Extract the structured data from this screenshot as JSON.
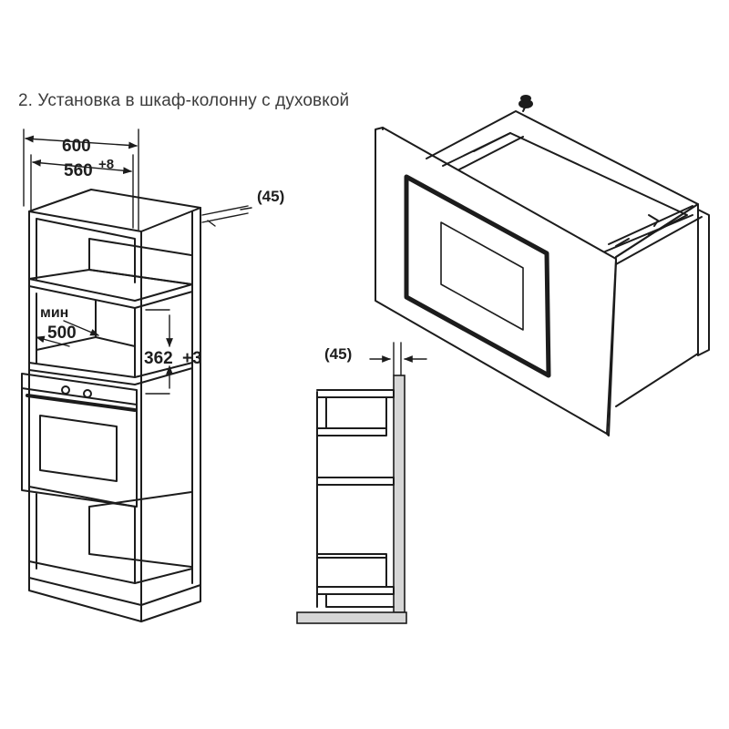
{
  "title": "2. Установка в шкаф-колонну с духовкой",
  "dimensions": {
    "width_outer": "600",
    "width_inner": "560",
    "width_inner_tol": "+8",
    "gap_top": "(45)",
    "min_label": "мин",
    "min_value": "500",
    "height_value": "362",
    "height_tol": "+3",
    "gap_side": "(45)"
  },
  "colors": {
    "line": "#1c1c1c",
    "text": "#3c3c3c",
    "wall": "#d6d6d6"
  }
}
